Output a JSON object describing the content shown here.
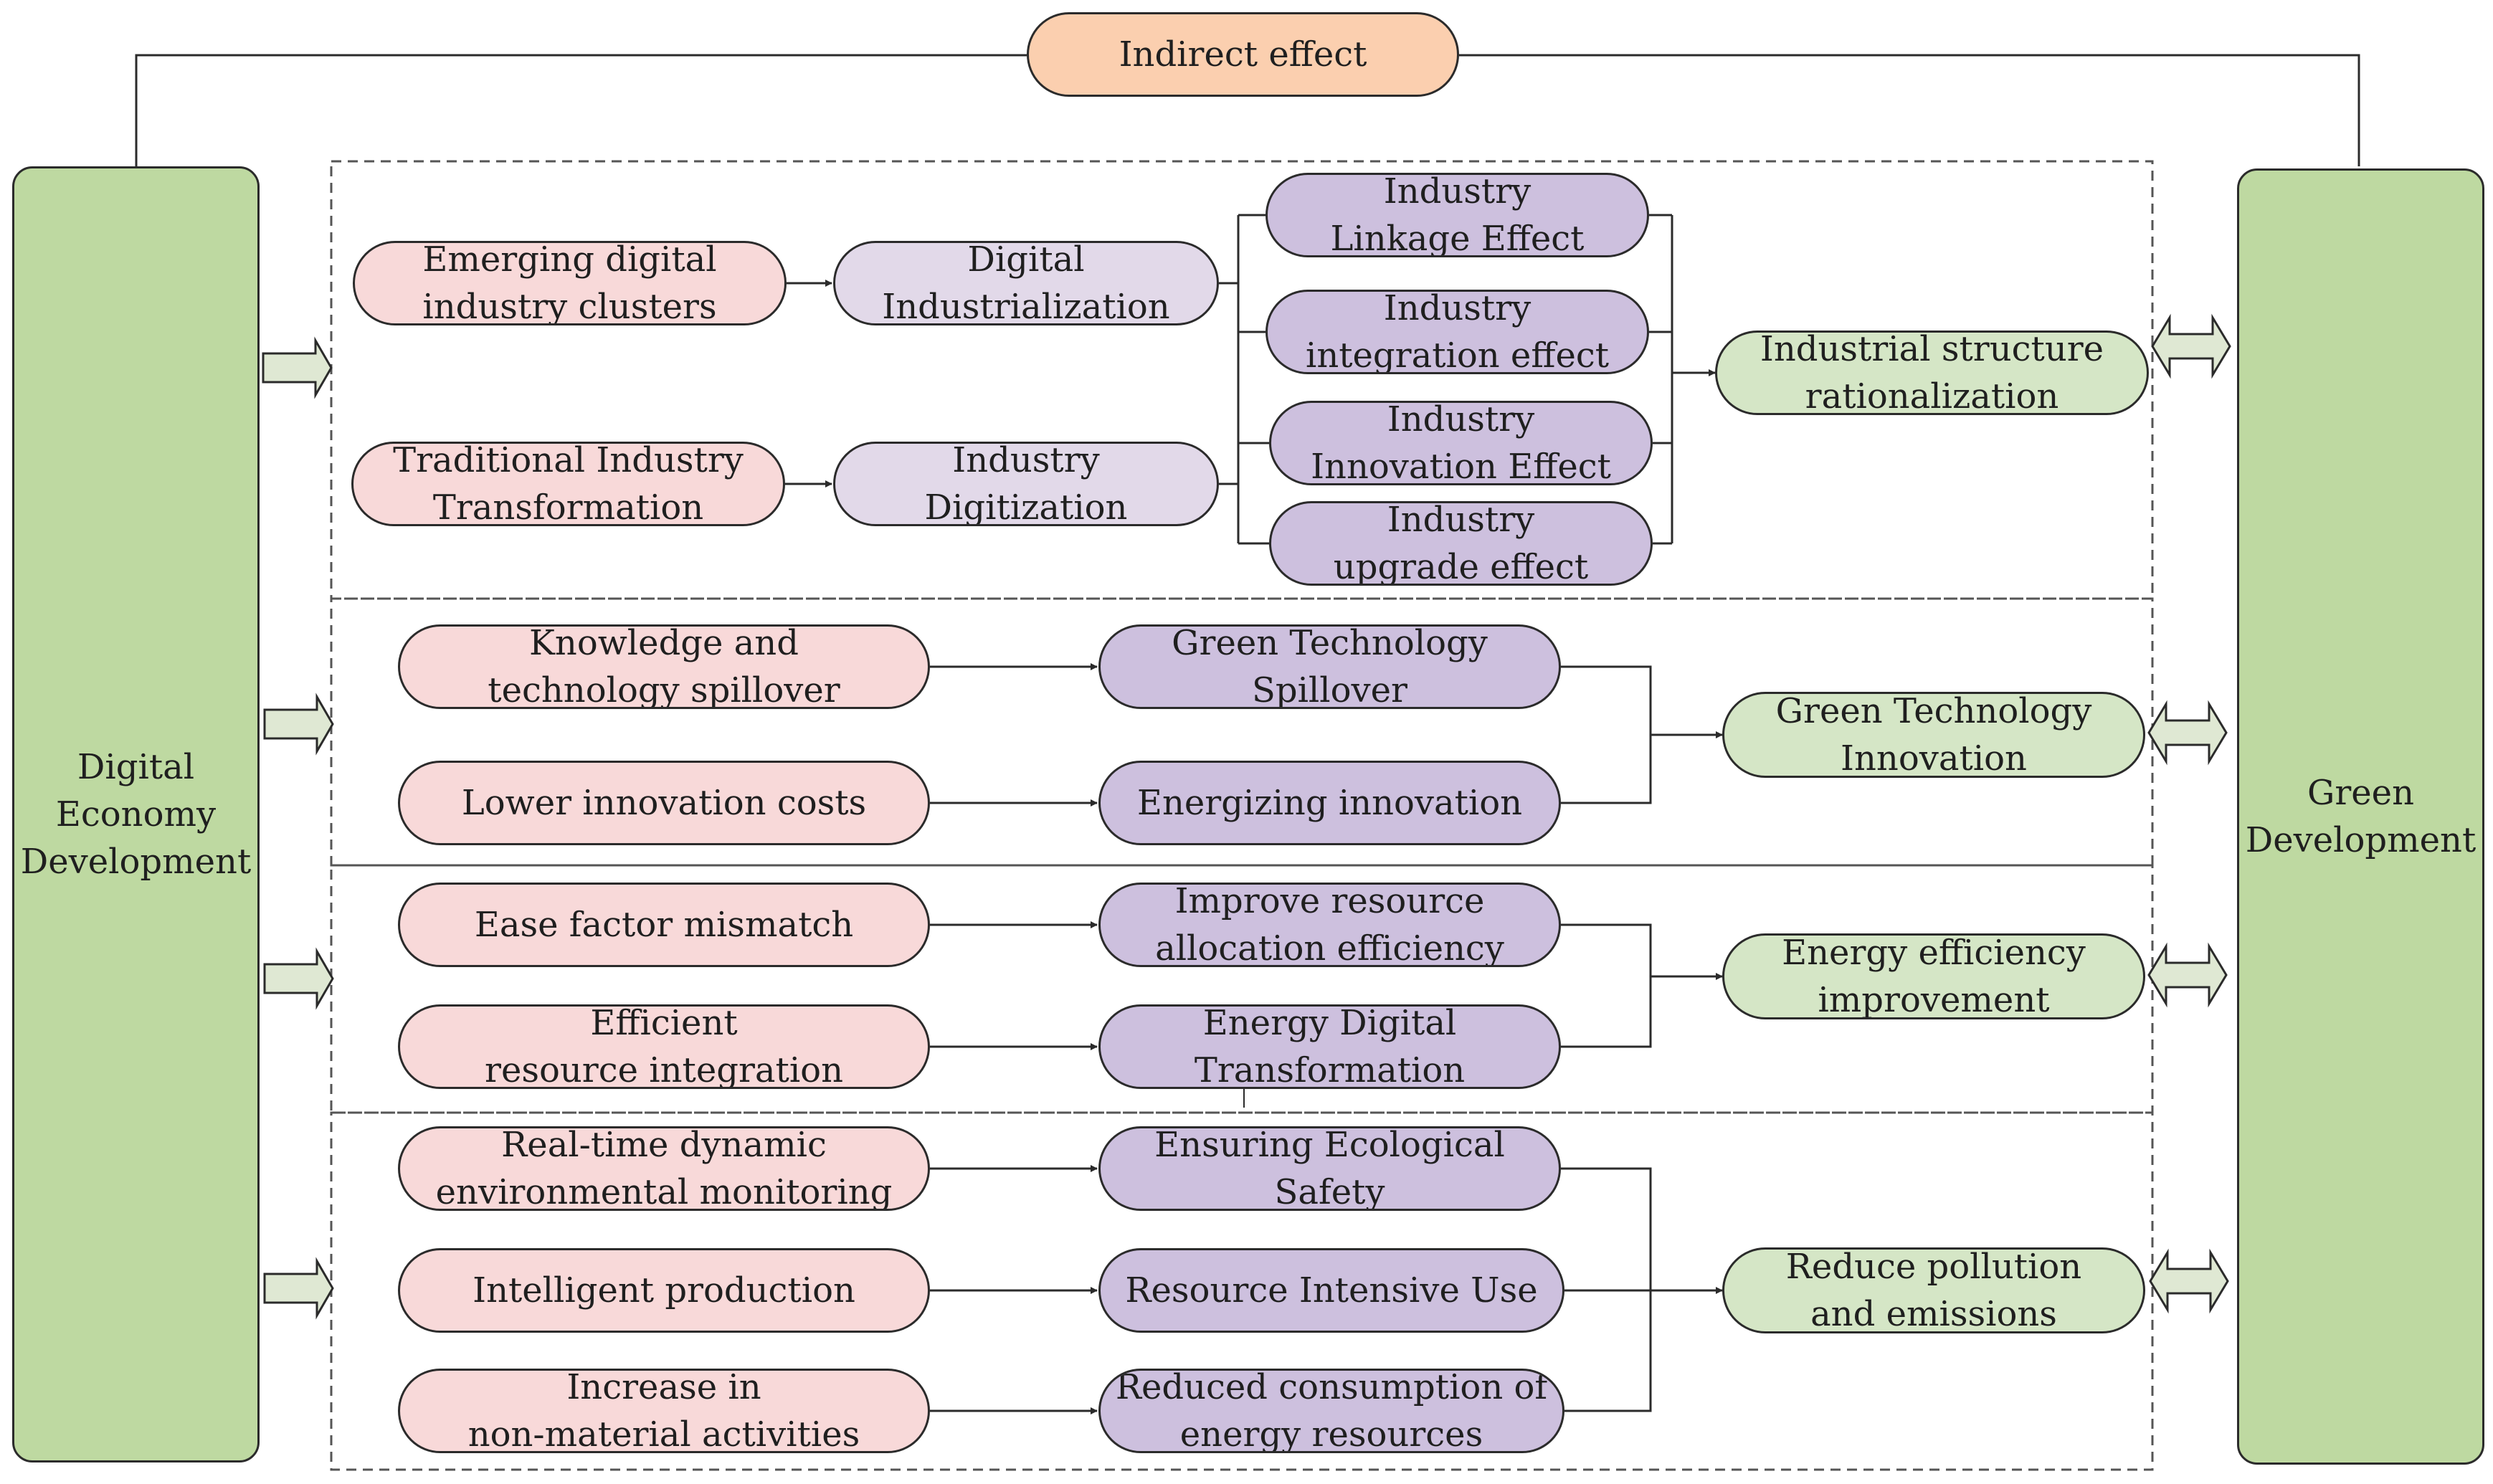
{
  "colors": {
    "outer_box": "#bed9a1",
    "source_node": "#f8d9d9",
    "digital_node": "#e2d9e9",
    "mechanism_node": "#cdc0de",
    "outcome_node": "#d5e6c6",
    "indirect_node": "#fbcfaf",
    "lines": "#2b2b2b"
  },
  "left_box": "Digital\nEconomy\nDevelopment",
  "right_box": "Green\nDevelopment",
  "indirect": "Indirect effect",
  "section1": {
    "emerging": "Emerging digital\nindustry clusters",
    "traditional": "Traditional Industry\nTransformation",
    "digital_industrialization": "Digital\nIndustrialization",
    "industry_digitization": "Industry\nDigitization",
    "linkage": "Industry\nLinkage Effect",
    "integration": "Industry\nintegration effect",
    "innovation": "Industry\nInnovation Effect",
    "upgrade": "Industry\nupgrade effect",
    "outcome": "Industrial structure\nrationalization"
  },
  "section2": {
    "knowledge": "Knowledge and\ntechnology spillover",
    "lower_cost": "Lower innovation costs",
    "green_spillover": "Green Technology\nSpillover",
    "energizing": "Energizing innovation",
    "outcome": "Green Technology\nInnovation"
  },
  "section3": {
    "ease": "Ease factor mismatch",
    "efficient": "Efficient\nresource integration",
    "improve": "Improve resource\nallocation efficiency",
    "energy_digital": "Energy Digital\nTransformation",
    "outcome": "Energy efficiency\nimprovement"
  },
  "section4": {
    "realtime": "Real-time dynamic\nenvironmental monitoring",
    "intelligent": "Intelligent production",
    "nonmaterial": "Increase in\nnon-material activities",
    "ecological": "Ensuring Ecological\nSafety",
    "resource_use": "Resource Intensive Use",
    "reduced": "Reduced consumption of\nenergy resources",
    "outcome": "Reduce pollution\nand emissions"
  }
}
